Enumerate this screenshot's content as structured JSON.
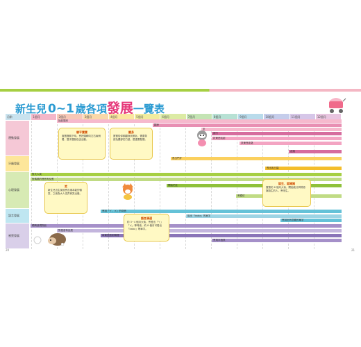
{
  "title": {
    "part1": "新生兒",
    "part2": "0~1",
    "part3": "歲各項",
    "part4": "發展",
    "part5": "一覽表"
  },
  "header": {
    "col_label": "月齡",
    "months": [
      "1個月",
      "2個月",
      "3個月",
      "4個月",
      "5個月",
      "6個月",
      "7個月",
      "8個月",
      "9個月",
      "10個月",
      "11個月",
      "12個月"
    ]
  },
  "categories": [
    {
      "label": "運動發展",
      "color": "#f5c8d6"
    },
    {
      "label": "牙齒發展",
      "color": "#fde69a"
    },
    {
      "label": "心理發展",
      "color": "#d7eab4"
    },
    {
      "label": "語言發展",
      "color": "#bfe6f1"
    },
    {
      "label": "感覺發展",
      "color": "#d9cfe9"
    }
  ],
  "bars": [
    {
      "text": "抬起頭來",
      "color": "#f6b9cd"
    },
    {
      "text": "翻身",
      "color": "#e88fb3"
    },
    {
      "text": "坐",
      "color": "#f6b9cd"
    },
    {
      "text": "爬行",
      "color": "#d66c9e"
    },
    {
      "text": "扶東西站起",
      "color": "#f3a4c2"
    },
    {
      "text": "扶東西走路",
      "color": "#f3a4c2"
    },
    {
      "text": "走路",
      "color": "#d66c9e"
    },
    {
      "text": "長出門牙",
      "color": "#fbd05e"
    },
    {
      "text": "長出乳臼齒",
      "color": "#f4bd2b"
    },
    {
      "text": "對大人笑",
      "color": "#a6cf43"
    },
    {
      "text": "對媽媽的聲音有反應",
      "color": "#c0db84"
    },
    {
      "text": "開始怕生",
      "color": "#8fc13a"
    },
    {
      "text": "會模仿",
      "color": "#c0db84"
    },
    {
      "text": "會說「ㄚ、ㄨ」的母音",
      "color": "#65c2d8"
    },
    {
      "text": "說出「baba」的單字",
      "color": "#9dd4e4"
    },
    {
      "text": "會說出有意義的單字",
      "color": "#65c2d8"
    },
    {
      "text": "眼睛追視物品",
      "color": "#a590c9"
    },
    {
      "text": "對聲音有反應",
      "color": "#c3b5dd"
    },
    {
      "text": "拿東西放到嘴裡",
      "color": "#8a74b8"
    },
    {
      "text": "會用手指抓",
      "color": "#a590c9"
    }
  ],
  "callouts": [
    {
      "title": "躺平寶寶",
      "body": "當寶寶躺下時，會把頭轉向左右兩側看，雙手雙腳自由活動。"
    },
    {
      "title": "翻身",
      "body": "寶寶從仰躺翻身到俯臥，需要背部及腰部的力量，是重要發展。"
    },
    {
      "title": "笑",
      "body": "新生兒出生後就會出現本能的微笑，之後對大人逗弄會笑出聲。"
    },
    {
      "title": "語言溝通",
      "body": "約 3~4 個月大後，會發出「ㄚ」「ㄨ」等母音，約 8 個月可發出「baba」等單字。"
    },
    {
      "title": "認生、認媽媽",
      "body": "寶寶約 6 個月大後，開始能分辨熟悉與陌生的人，會怕生。"
    }
  ],
  "page_numbers": {
    "left": "20",
    "right": "21"
  }
}
